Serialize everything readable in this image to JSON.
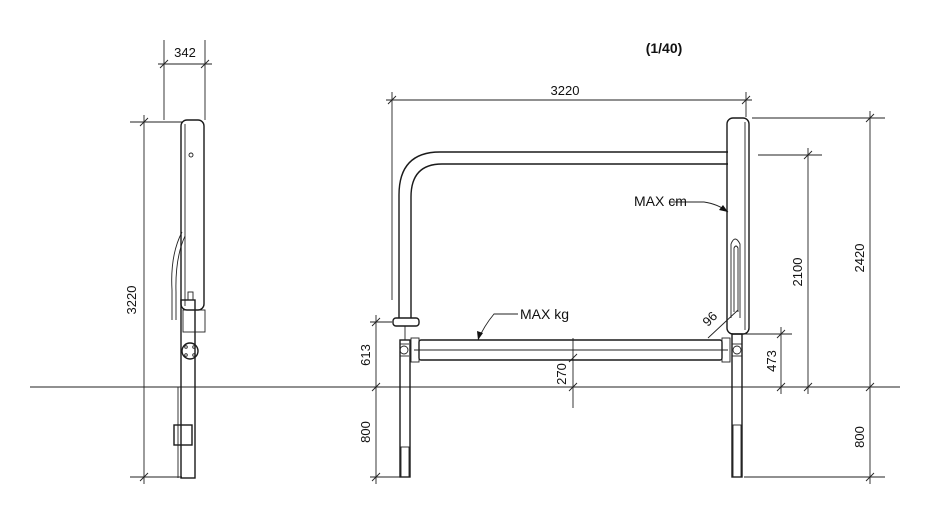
{
  "drawing": {
    "scale": "(1/40)",
    "side_view": {
      "width_dim": "342",
      "height_dim": "3220"
    },
    "front_view": {
      "span_dim": "3220",
      "max_height_label": "MAX cm",
      "max_weight_label": "MAX kg",
      "bar_height_dim": "613",
      "left_embed_dim": "800",
      "roller_dim": "270",
      "roller_diameter_dim": "96",
      "gauge_dim": "2100",
      "total_height_dim": "2420",
      "right_bar_dim": "473",
      "right_embed_dim": "800"
    }
  }
}
